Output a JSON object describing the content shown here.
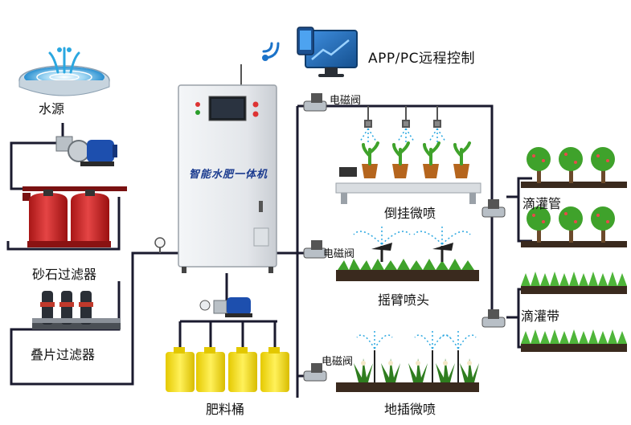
{
  "title": "APP/PC远程控制",
  "labels": {
    "water_source": "水源",
    "sand_filter": "砂石过滤器",
    "disc_filter": "叠片过滤器",
    "fertilizer_bucket": "肥料桶",
    "cabinet": "智能水肥一体机",
    "valve_1": "电磁阀",
    "valve_2": "电磁阀",
    "valve_3": "电磁阀",
    "hanging_micro_spray": "倒挂微喷",
    "rocker_sprinkler": "摇臂喷头",
    "ground_micro_spray": "地插微喷",
    "drip_pipe": "滴灌管",
    "drip_tape": "滴灌带"
  },
  "colors": {
    "pipe": "#1a1a2e",
    "tank": "#d42a2a",
    "bucket": "#f5e31a",
    "pump": "#1d4fae",
    "cabinet": "#e9ecef",
    "soil": "#3a2a1e",
    "plant": "#3fa22b",
    "water": "#2aa7e0"
  },
  "icons": [
    "wifi-icon",
    "computer-icon",
    "phone-icon"
  ]
}
